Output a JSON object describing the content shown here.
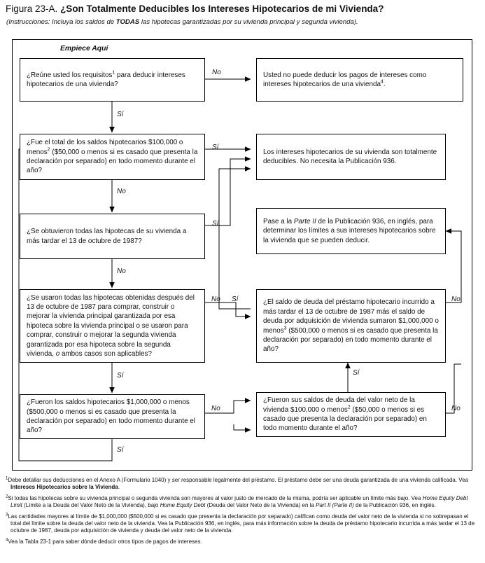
{
  "figure": {
    "label": "Figura 23-A.",
    "title": "¿Son Totalmente Deducibles los Intereses Hipotecarios de mi Vivienda?",
    "instructions_prefix": "(Instrucciones: Incluya los saldos de ",
    "instructions_bold": "TODAS",
    "instructions_suffix": " las hipotecas garantizadas por su vivienda principal y segunda vivienda)."
  },
  "start_label": "Empiece Aquí",
  "nodes": {
    "q1": "¿Reúne usted los requisitos¹ para deducir intereses hipotecarios de una vivienda?",
    "r1": "Usted no puede deducir los pagos de intereses como intereses hipotecarios de una vivienda⁴.",
    "q2": "¿Fue el total de los saldos hipotecarios $100,000 o menos² ($50,000 o menos si es casado que presenta la declaración por separado) en todo momento durante el año?",
    "r2": "Los intereses hipotecarios de su vivienda son totalmente deducibles. No necesita la Publicación 936.",
    "q3": "¿Se obtuvieron todas las hipotecas de su vivienda a más tardar el 13 de octubre de 1987?",
    "r3": "Pase a la Parte II de la Publicación 936, en inglés, para determinar los límites a sus intereses hipotecarios sobre la vivienda que se pueden deducir.",
    "q4": "¿Se usaron todas las hipotecas obtenidas después del 13 de octubre de 1987 para comprar, construir o mejorar la vivienda principal garantizada por esa hipoteca sobre la vivienda principal o se usaron para comprar, construir o mejorar la segunda vivienda garantizada por esa hipoteca sobre la segunda vivienda, o ambos casos son aplicables?",
    "q5": "¿El saldo de deuda del préstamo hipotecario incurrido a más tardar el 13 de octubre de 1987 más el saldo de deuda por adquisición de vivienda sumaron $1,000,000 o menos³ ($500,000 o menos si es casado que presenta la declaración por separado) en todo momento durante el año?",
    "q6": "¿Fueron los saldos hipotecarios $1,000,000 o menos ($500,000 o menos si es casado que presenta la declaración por separado) en todo momento durante el año?",
    "q7": "¿Fueron sus saldos de deuda del valor neto de la vivienda $100,000 o menos² ($50,000 o menos si es casado que presenta la declaración por separado) en todo momento durante el año?"
  },
  "edges": {
    "q1_no": "No",
    "q1_si": "Sí",
    "q2_si": "Sí",
    "q2_no": "No",
    "q3_si": "Sí",
    "q3_no": "No",
    "q4_no": "No",
    "q4_si": "Sí",
    "q5_si": "Sí",
    "q5_no": "No",
    "q6_no": "No",
    "q6_si": "Sí",
    "q7_no": "No",
    "q7_si": "Sí"
  },
  "footnotes": {
    "n1_marker": "1",
    "n1_a": "Debe detallar sus deducciones en el Anexo A (Formulario 1040) y ser responsable legalmente del préstamo. El préstamo debe ser una deuda garantizada de una vivienda calificada. Vea ",
    "n1_b": "Intereses Hipotecarios sobre la Vivienda",
    "n1_c": ".",
    "n2_marker": "2",
    "n2_a": "Si todas las hipotecas sobre su vivienda principal o segunda vivienda son mayores al valor justo de mercado de la misma, podría ser aplicable un límite más bajo. Vea ",
    "n2_i1": "Home Equity Debt Limit",
    "n2_b": " (Límite a la Deuda del Valor Neto de la Vivienda), bajo ",
    "n2_i2": "Home Equity Debt",
    "n2_c": " (Deuda del Valor Neto de la Vivienda) en la ",
    "n2_i3": "Part II (Parte II)",
    "n2_d": " de la Publicación 936, en inglés.",
    "n3_marker": "3",
    "n3_a": "Las cantidades mayores al límite de $1,000,000 ($500,000 si es casado que presenta la declaración por separado) califican como deuda del valor neto de la vivienda si no sobrepasan el total del límite sobre la deuda del valor neto de la vivienda. Vea la Publicación 936, en inglés, para más información sobre la deuda de préstamo hipotecario incurrida a más tardar el 13 de octubre de 1987, deuda por adquisición de vivienda y deuda del valor neto de la vivienda.",
    "n4_marker": "4",
    "n4_a": "Vea la Tabla 23-1 para saber dónde deducir otros tipos de pagos de intereses."
  },
  "colors": {
    "ink": "#101010",
    "line": "#000000",
    "paper": "#ffffff"
  }
}
